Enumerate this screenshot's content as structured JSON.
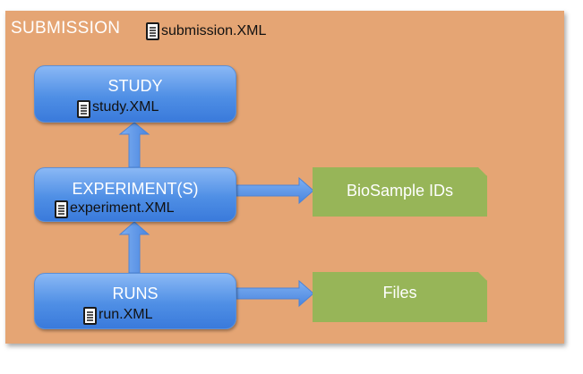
{
  "submission": {
    "title": "SUBMISSION",
    "file": "submission.XML"
  },
  "study": {
    "title": "STUDY",
    "file": "study.XML"
  },
  "experiment": {
    "title": "EXPERIMENT(S)",
    "file": "experiment.XML"
  },
  "runs": {
    "title": "RUNS",
    "file": "run.XML"
  },
  "biosample": {
    "label": "BioSample IDs"
  },
  "files": {
    "label": "Files"
  },
  "colors": {
    "frame": "#e5a574",
    "blue_box": "#4f8fe5",
    "green_box": "#97b558",
    "arrow": "#5a95e4"
  },
  "icons": {
    "document": "document-icon"
  }
}
